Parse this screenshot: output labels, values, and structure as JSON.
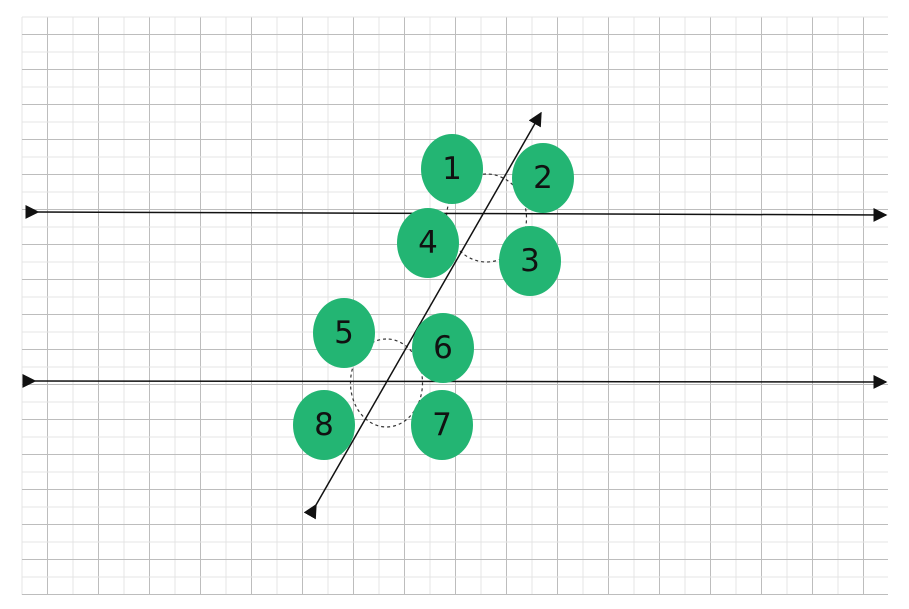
{
  "colors": {
    "background": "#ffffff",
    "grid_minor": "#e4e4e4",
    "grid_major": "#bdbdbd",
    "line": "#111111",
    "marker_fill": "#23b573",
    "arc": "#333333"
  },
  "diagram": {
    "kind": "parallel lines cut by a transversal",
    "angle_labels": [
      "1",
      "2",
      "3",
      "4",
      "5",
      "6",
      "7",
      "8"
    ]
  }
}
